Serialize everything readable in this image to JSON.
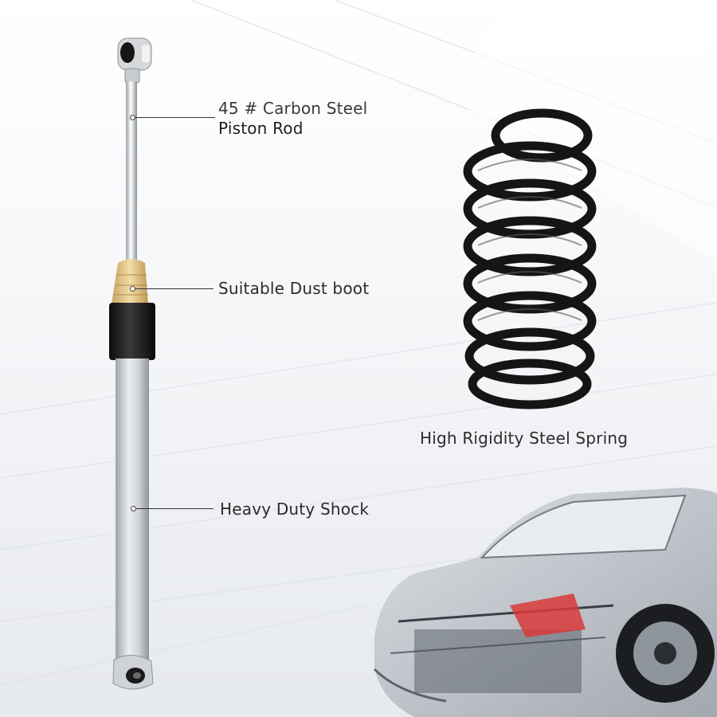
{
  "labels": {
    "rod_line1": "45 # Carbon Steel",
    "rod_line2": "Piston Rod",
    "dust_boot": "Suitable Dust boot",
    "shock": "Heavy Duty Shock",
    "spring": "High Rigidity Steel Spring"
  },
  "colors": {
    "background": "#f3f4f6",
    "text": "#2b2b2b",
    "dust_boot": "#e8c98a",
    "spring": "#1a1a1a",
    "shock_body": "#c9cbcf",
    "car_accent": "#d93a3a"
  }
}
